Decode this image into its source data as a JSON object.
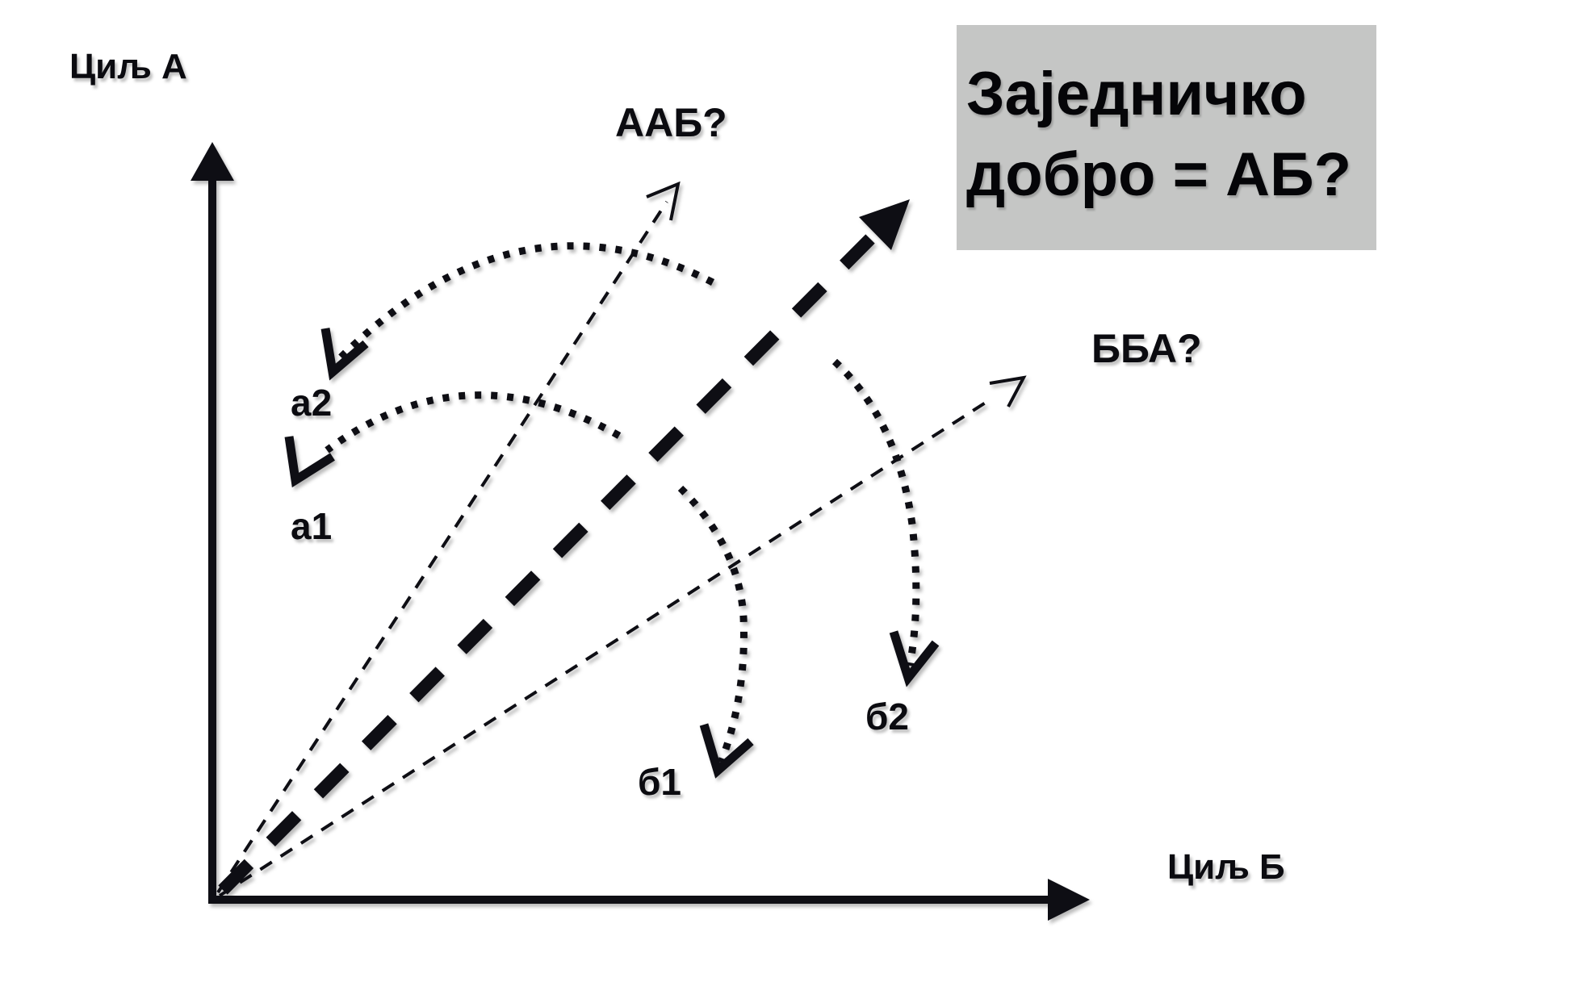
{
  "canvas": {
    "background": "#ffffff",
    "ink_color": "#0e0e14"
  },
  "axes": {
    "a_label": "Циљ А",
    "b_label": "Циљ Б"
  },
  "diagonal_lines": {
    "aab_label": "ААБ?",
    "bba_label": "ББА?"
  },
  "arc_labels": {
    "a1": "а1",
    "a2": "а2",
    "b1": "б1",
    "b2": "б2"
  },
  "callout": {
    "line1": "Заједничко",
    "line2": "добро = АБ?",
    "background": "#c5c6c5",
    "text_color": "#000000"
  }
}
